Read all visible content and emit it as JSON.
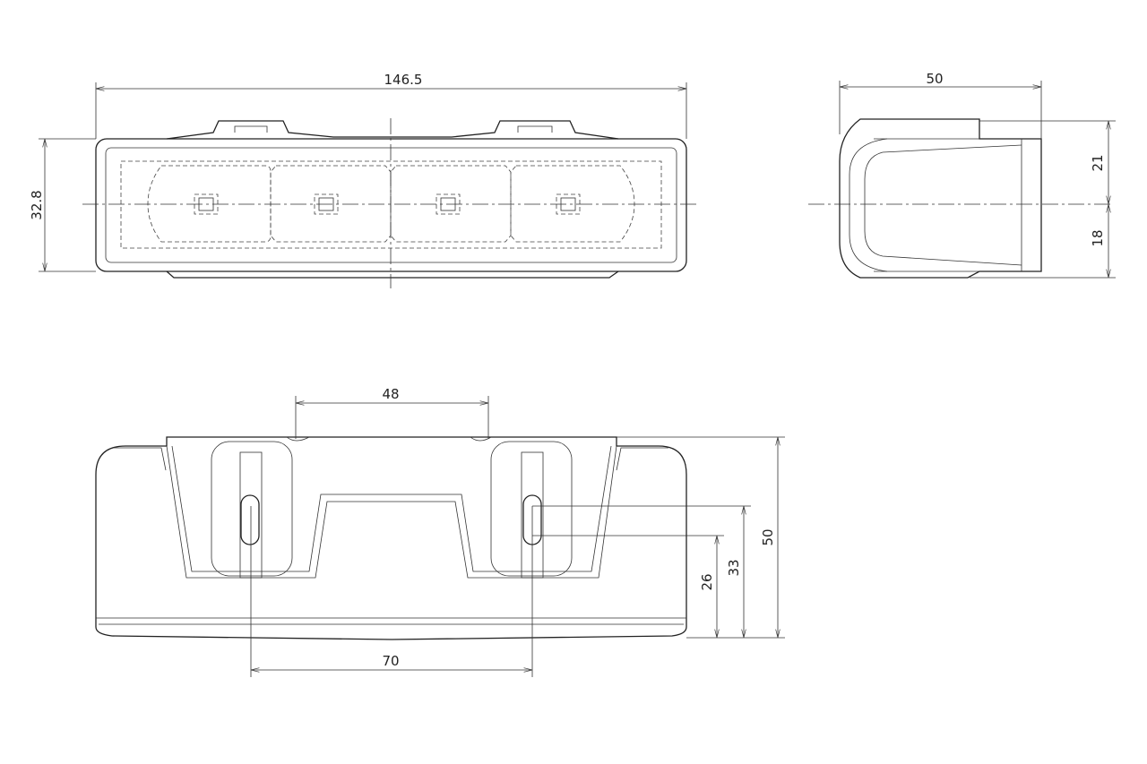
{
  "front_view": {
    "width_dim": "146.5",
    "height_dim": "32.8",
    "led_count": 4
  },
  "side_view": {
    "depth_dim": "50",
    "upper_dim": "21",
    "lower_dim": "18"
  },
  "bottom_view": {
    "top_spacing_dim": "48",
    "bottom_spacing_dim": "70",
    "height_dim": "50",
    "slot_upper_dim": "33",
    "slot_lower_dim": "26"
  }
}
